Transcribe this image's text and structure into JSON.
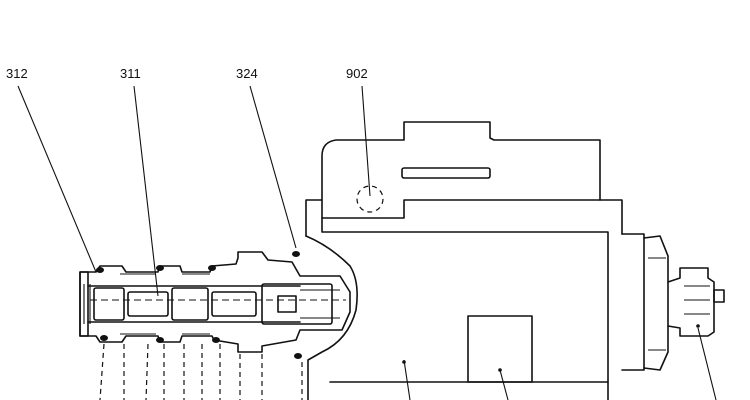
{
  "callouts": {
    "c312": "312",
    "c311": "311",
    "c324": "324",
    "c902": "902"
  },
  "ink_color": "#111111",
  "background_color": "#ffffff"
}
